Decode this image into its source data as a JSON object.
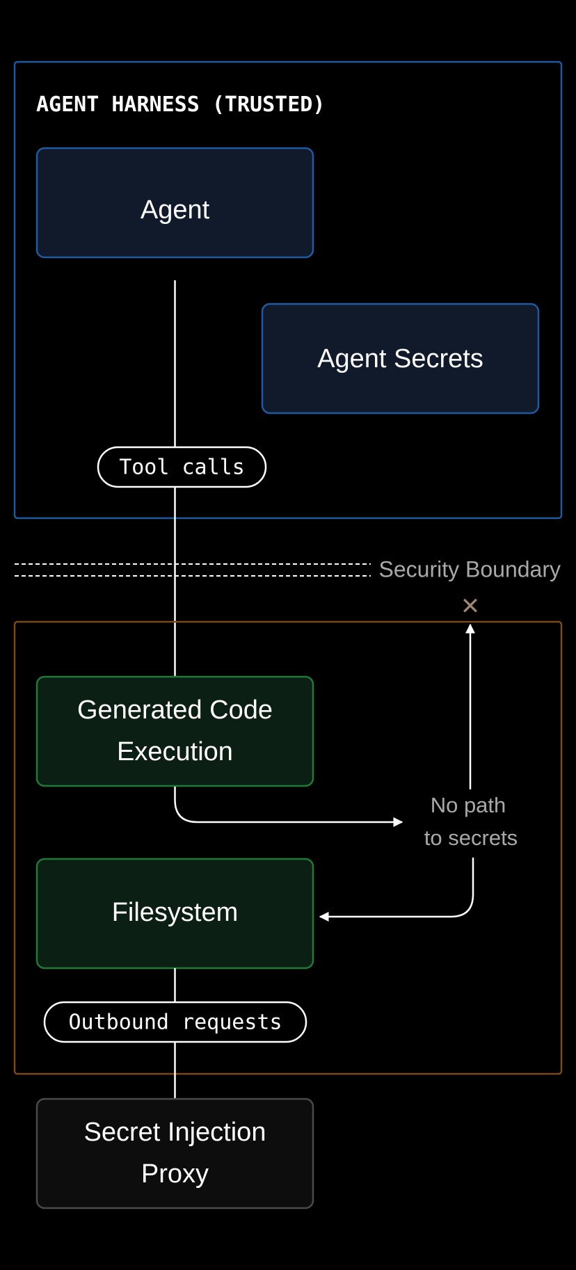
{
  "trusted_zone": {
    "title": "AGENT HARNESS (TRUSTED)"
  },
  "boundary": {
    "label": "Security Boundary"
  },
  "nodes": {
    "agent": "Agent",
    "agent_secrets": "Agent Secrets",
    "generated_code_line1": "Generated Code",
    "generated_code_line2": "Execution",
    "filesystem": "Filesystem",
    "proxy_line1": "Secret Injection",
    "proxy_line2": "Proxy"
  },
  "pills": {
    "tool_calls": "Tool calls",
    "outbound_requests": "Outbound requests"
  },
  "annotation": {
    "line1": "No path",
    "line2": "to secrets",
    "blocked_glyph": "✕"
  },
  "colors": {
    "background": "#000000",
    "trusted_border": "#1f5aa0",
    "trusted_node_fill": "#101a2b",
    "untrusted_border": "#7a4a1c",
    "code_node_fill": "#0c1f14",
    "code_node_border": "#1f7a38",
    "proxy_fill": "#0d0d0d",
    "proxy_border": "#4a4a4a",
    "line": "#ffffff",
    "muted_text": "#a9a9a9",
    "blocked_mark": "#a08570"
  }
}
